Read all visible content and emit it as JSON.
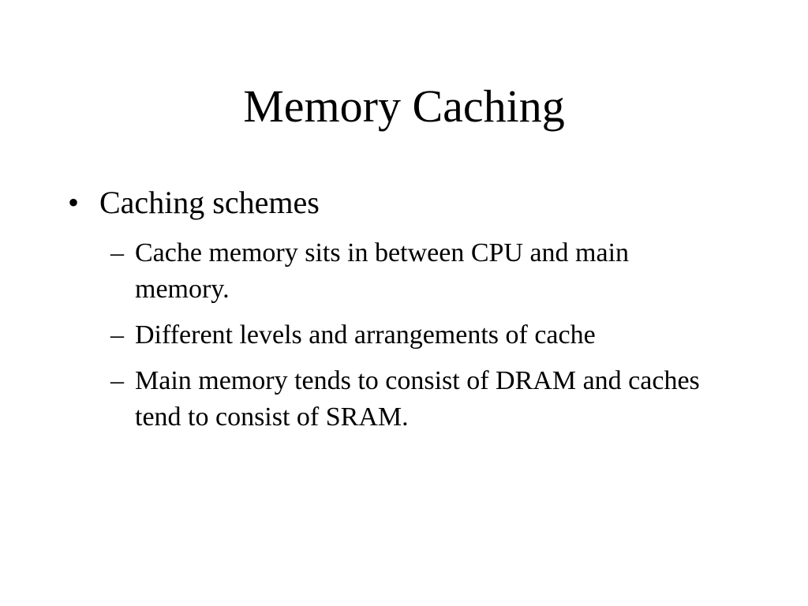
{
  "slide": {
    "title": "Memory Caching",
    "bullet": {
      "marker": "•",
      "text": "Caching schemes"
    },
    "sub_marker": "–",
    "sub_items": [
      "Cache memory sits in between CPU and main memory.",
      "Different levels and arrangements of cache",
      "Main memory tends to consist of DRAM and caches tend to consist of SRAM."
    ]
  }
}
